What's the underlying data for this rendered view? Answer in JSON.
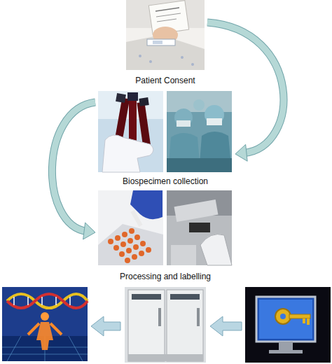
{
  "diagram": {
    "nodes": [
      {
        "text": [
          "Patient Consent"
        ]
      },
      {
        "text": [
          "Biospecimen collection"
        ]
      },
      {
        "text": [
          "Processing and labelling"
        ]
      }
    ],
    "edges": [
      {
        "from": 0,
        "to": 1,
        "arrow": "to"
      },
      {
        "from": 1,
        "to": 2,
        "arrow": "to"
      }
    ]
  }
}
